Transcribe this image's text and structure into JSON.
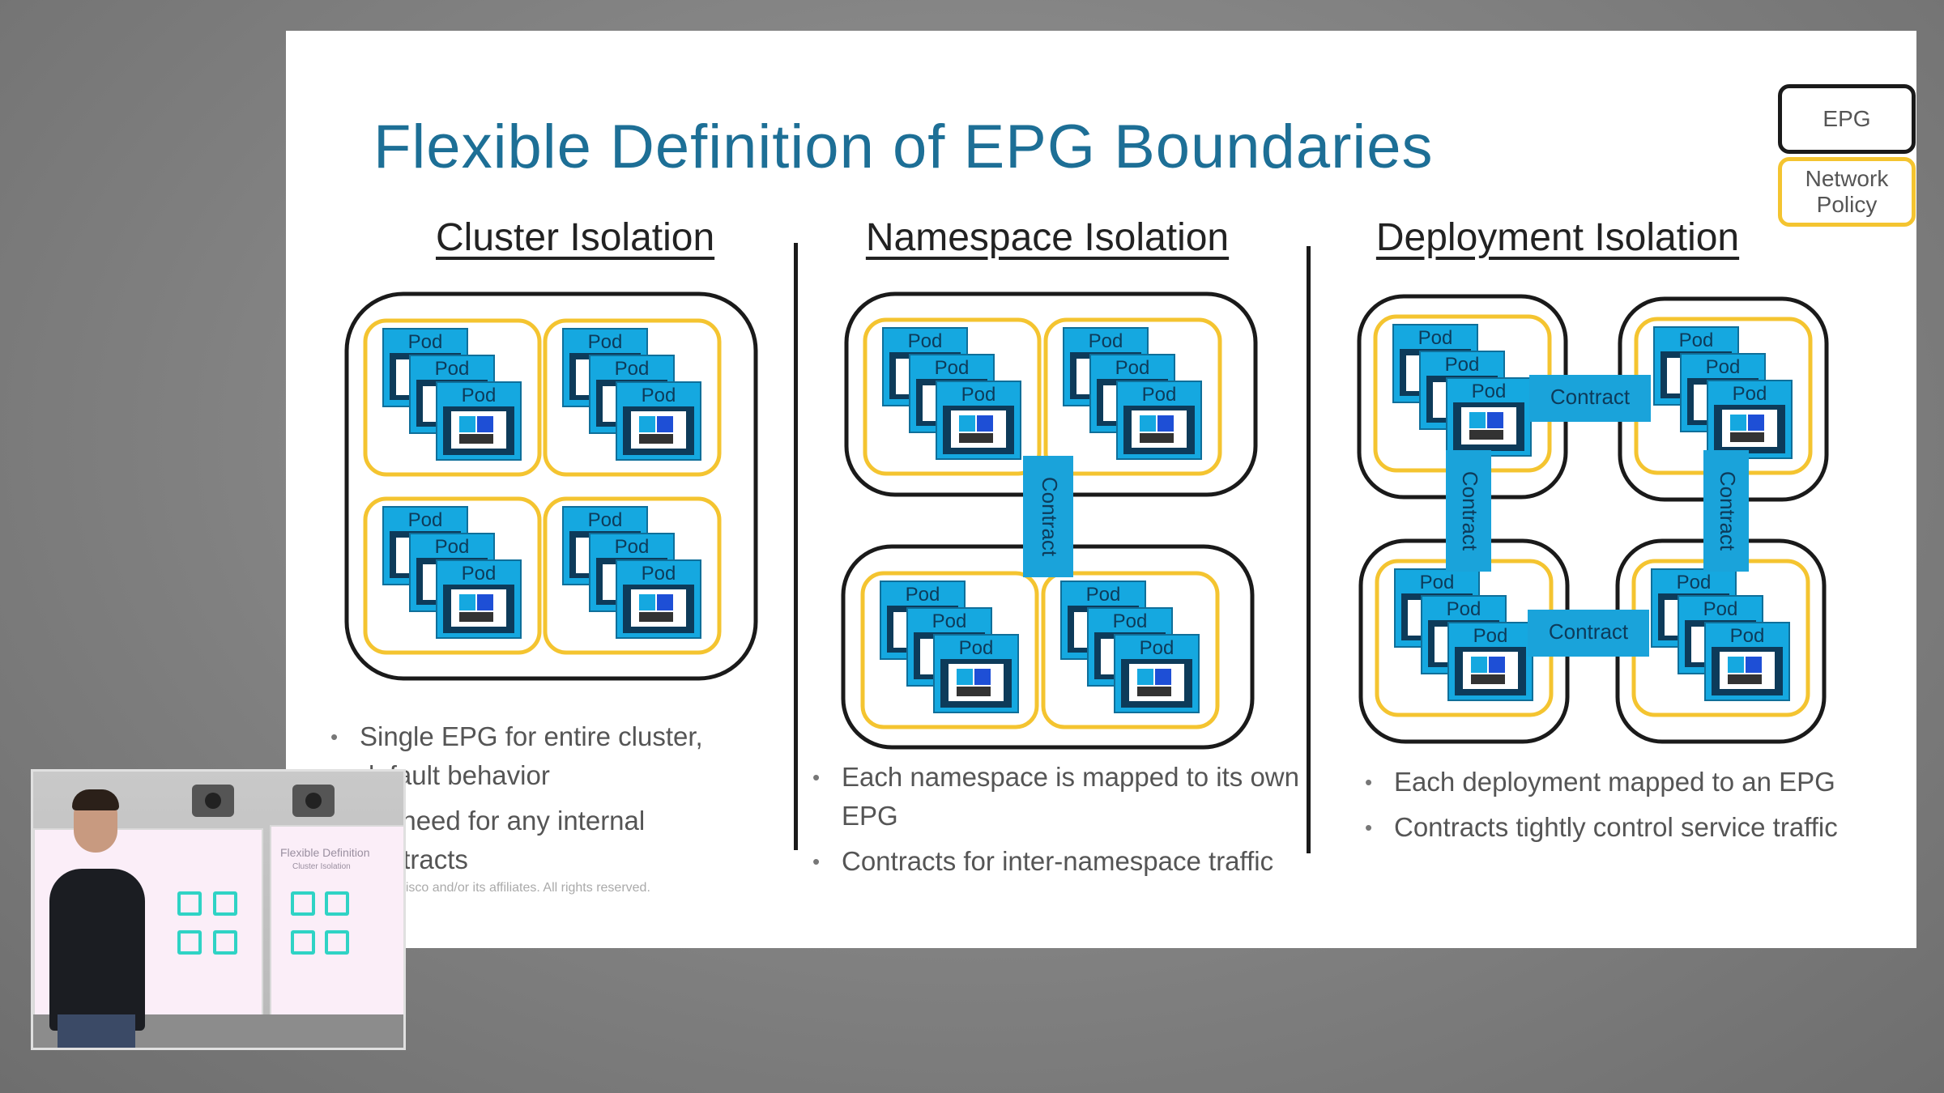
{
  "slide": {
    "title": "Flexible Definition of EPG Boundaries",
    "legend": {
      "epg": "EPG",
      "network_policy": "Network Policy"
    },
    "pod_label": "Pod",
    "contract_label": "Contract",
    "sections": [
      {
        "title": "Cluster Isolation",
        "bullets": [
          "Single EPG for entire cluster, default behavior",
          "No need for any internal contracts"
        ]
      },
      {
        "title": "Namespace Isolation",
        "bullets": [
          "Each namespace is mapped to its own EPG",
          "Contracts for inter-namespace traffic"
        ]
      },
      {
        "title": "Deployment Isolation",
        "bullets": [
          "Each deployment mapped to an EPG",
          "Contracts tightly control service traffic"
        ]
      }
    ],
    "footer": "© 2017 Cisco and/or its affiliates. All rights reserved."
  },
  "pip": {
    "slide_title": "Flexible Definition",
    "subtitle": "Cluster Isolation"
  },
  "colors": {
    "title": "#1d6f96",
    "pod_blue": "#15a8e0",
    "pod_dark": "#0d3b5a",
    "policy_yellow": "#f4c430",
    "epg_black": "#1a1a1a",
    "contract_blue": "#1aa3da"
  }
}
